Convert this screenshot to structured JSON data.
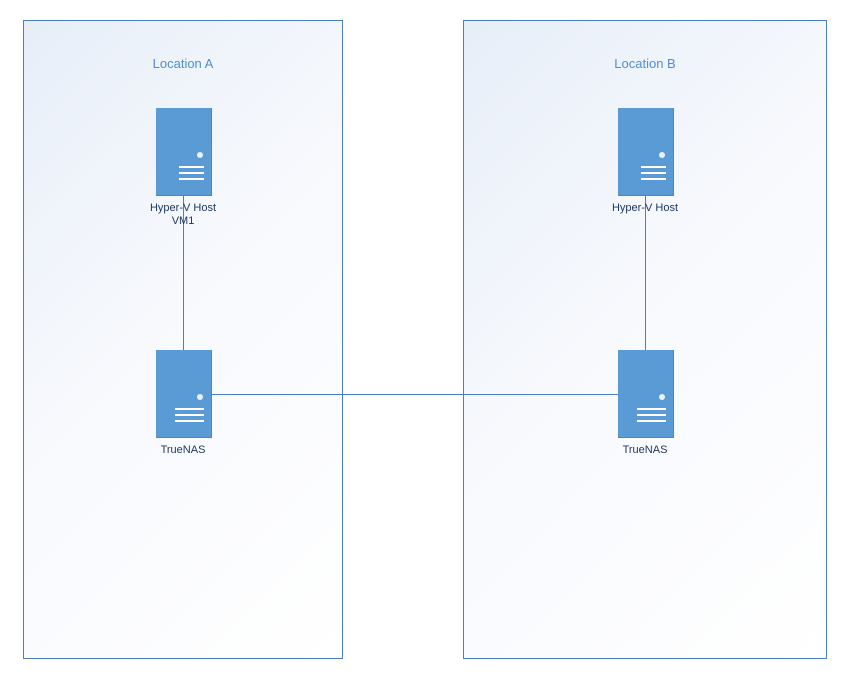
{
  "zones": [
    {
      "title": "Location A"
    },
    {
      "title": "Location B"
    }
  ],
  "nodes": {
    "a_hyperv": {
      "label_line1": "Hyper-V Host",
      "label_line2": "VM1"
    },
    "a_truenas": {
      "label": "TrueNAS"
    },
    "b_hyperv": {
      "label": "Hyper-V Host"
    },
    "b_truenas": {
      "label": "TrueNAS"
    }
  },
  "colors": {
    "server_fill": "#5b9bd5",
    "line": "#4a7fc1",
    "zone_title": "#4f8ed3",
    "label": "#1f3864"
  },
  "icons": {
    "server": "server-icon"
  }
}
